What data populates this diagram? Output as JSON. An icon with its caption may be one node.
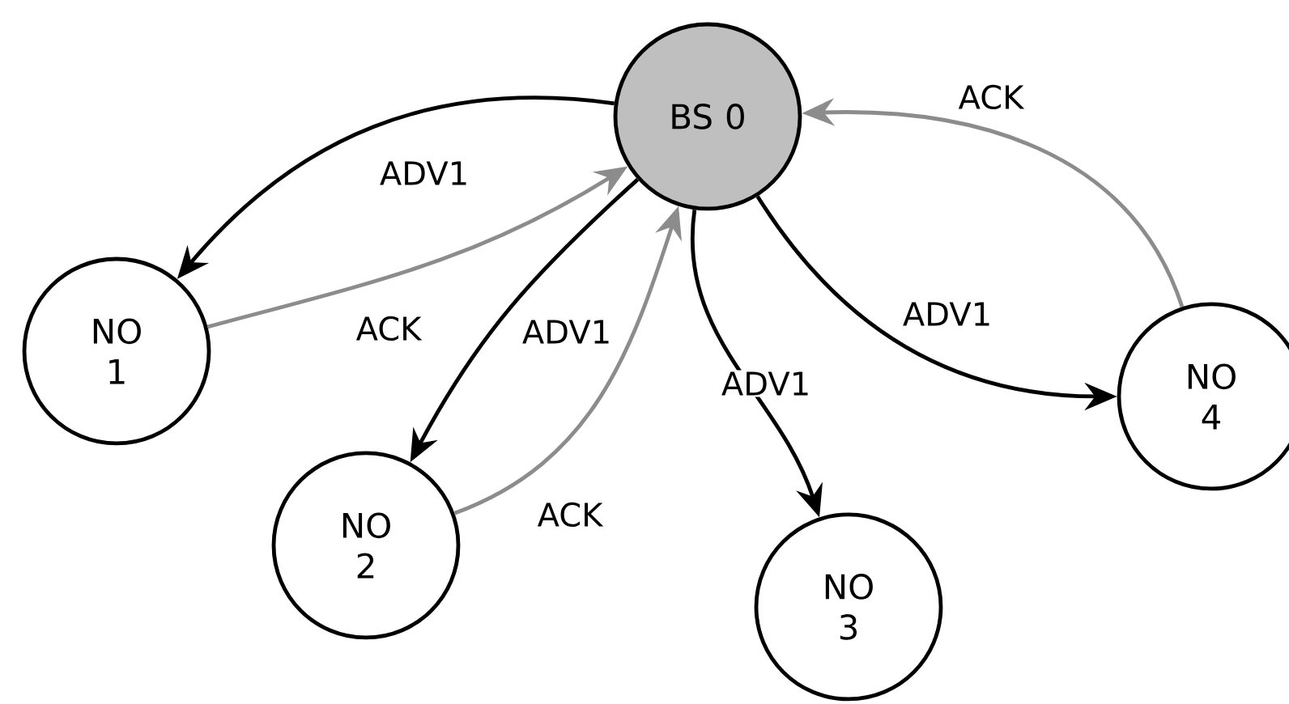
{
  "diagram": {
    "nodes": [
      {
        "text": [
          "BS 0"
        ]
      },
      {
        "text": [
          "NO 1"
        ]
      },
      {
        "text": [
          "NO 2"
        ]
      },
      {
        "text": [
          "NO 3"
        ]
      },
      {
        "text": [
          "NO 4"
        ]
      }
    ],
    "edges": [
      {
        "from": 0,
        "to": 1,
        "arrow": "to",
        "label": "ADV1"
      },
      {
        "from": 1,
        "to": 0,
        "arrow": "to",
        "label": "ACK",
        "color": "#8c8c8c"
      },
      {
        "from": 0,
        "to": 2,
        "arrow": "to",
        "label": "ADV1"
      },
      {
        "from": 2,
        "to": 0,
        "arrow": "to",
        "label": "ACK",
        "color": "#8c8c8c"
      },
      {
        "from": 0,
        "to": 3,
        "arrow": "to",
        "label": "ADV1"
      },
      {
        "from": 0,
        "to": 4,
        "arrow": "to",
        "label": "ADV1"
      },
      {
        "from": 4,
        "to": 0,
        "arrow": "to",
        "label": "ACK",
        "color": "#8c8c8c"
      }
    ]
  }
}
